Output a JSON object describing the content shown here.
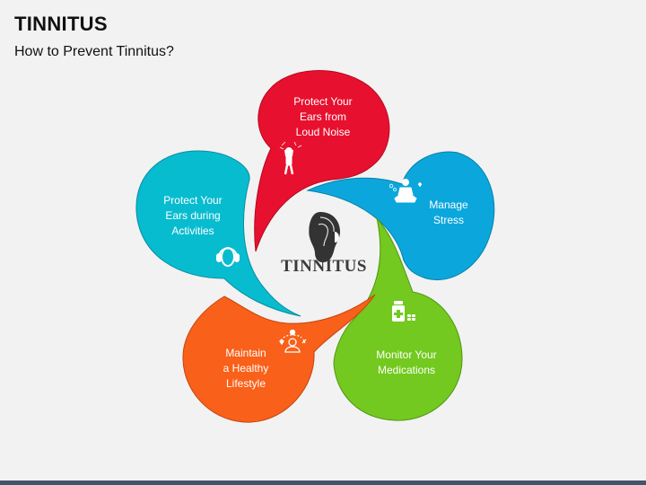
{
  "header": {
    "title": "TINNITUS",
    "subtitle": "How to Prevent Tinnitus?"
  },
  "center": {
    "icon": "ear-icon",
    "label": "TINNITUS"
  },
  "petals": [
    {
      "label_lines": [
        "Protect Your",
        "Ears from",
        "Loud Noise"
      ],
      "icon": "loud-noise-person-icon",
      "color": "#e8102f"
    },
    {
      "label_lines": [
        "Manage",
        "Stress"
      ],
      "icon": "meditation-icon",
      "color": "#0ba7dc"
    },
    {
      "label_lines": [
        "Monitor Your",
        "Medications"
      ],
      "icon": "medicine-bottle-icon",
      "color": "#73c91f"
    },
    {
      "label_lines": [
        "Maintain",
        "a Healthy",
        "Lifestyle"
      ],
      "icon": "healthy-lifestyle-icon",
      "color": "#f96019"
    },
    {
      "label_lines": [
        "Protect Your",
        "Ears during",
        "Activities"
      ],
      "icon": "earmuffs-icon",
      "color": "#08bcd0"
    }
  ],
  "footer": {
    "bar_color": "#44546a"
  }
}
